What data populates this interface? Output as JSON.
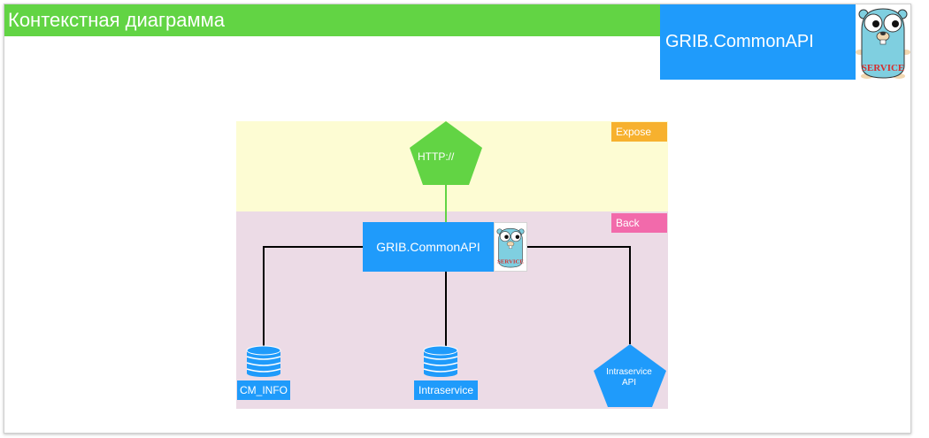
{
  "header": {
    "title": "Контекстная диаграмма",
    "service_name": "GRIB.CommonAPI",
    "mascot_caption": "SERVICE"
  },
  "zones": {
    "expose_label": "Expose",
    "back_label": "Back"
  },
  "nodes": {
    "http_endpoint": "HTTP://",
    "main_service": "GRIB.CommonAPI",
    "mini_mascot_caption": "SERVICE",
    "db_cm_info": "CM_INFO",
    "db_intraservice": "Intraservice",
    "intraservice_api_line1": "Intraservice",
    "intraservice_api_line2": "API"
  },
  "colors": {
    "title_green": "#62d444",
    "service_blue": "#1f9bfb",
    "expose_zone": "#fdfcd3",
    "back_zone": "#ecdbe6",
    "expose_tag": "#f7b12e",
    "back_tag": "#f26aab",
    "gopher": "#7fcfe0"
  },
  "icons": {
    "mascot": "gopher-mascot-icon",
    "database": "database-cylinder-icon",
    "endpoint": "pentagon-icon"
  }
}
